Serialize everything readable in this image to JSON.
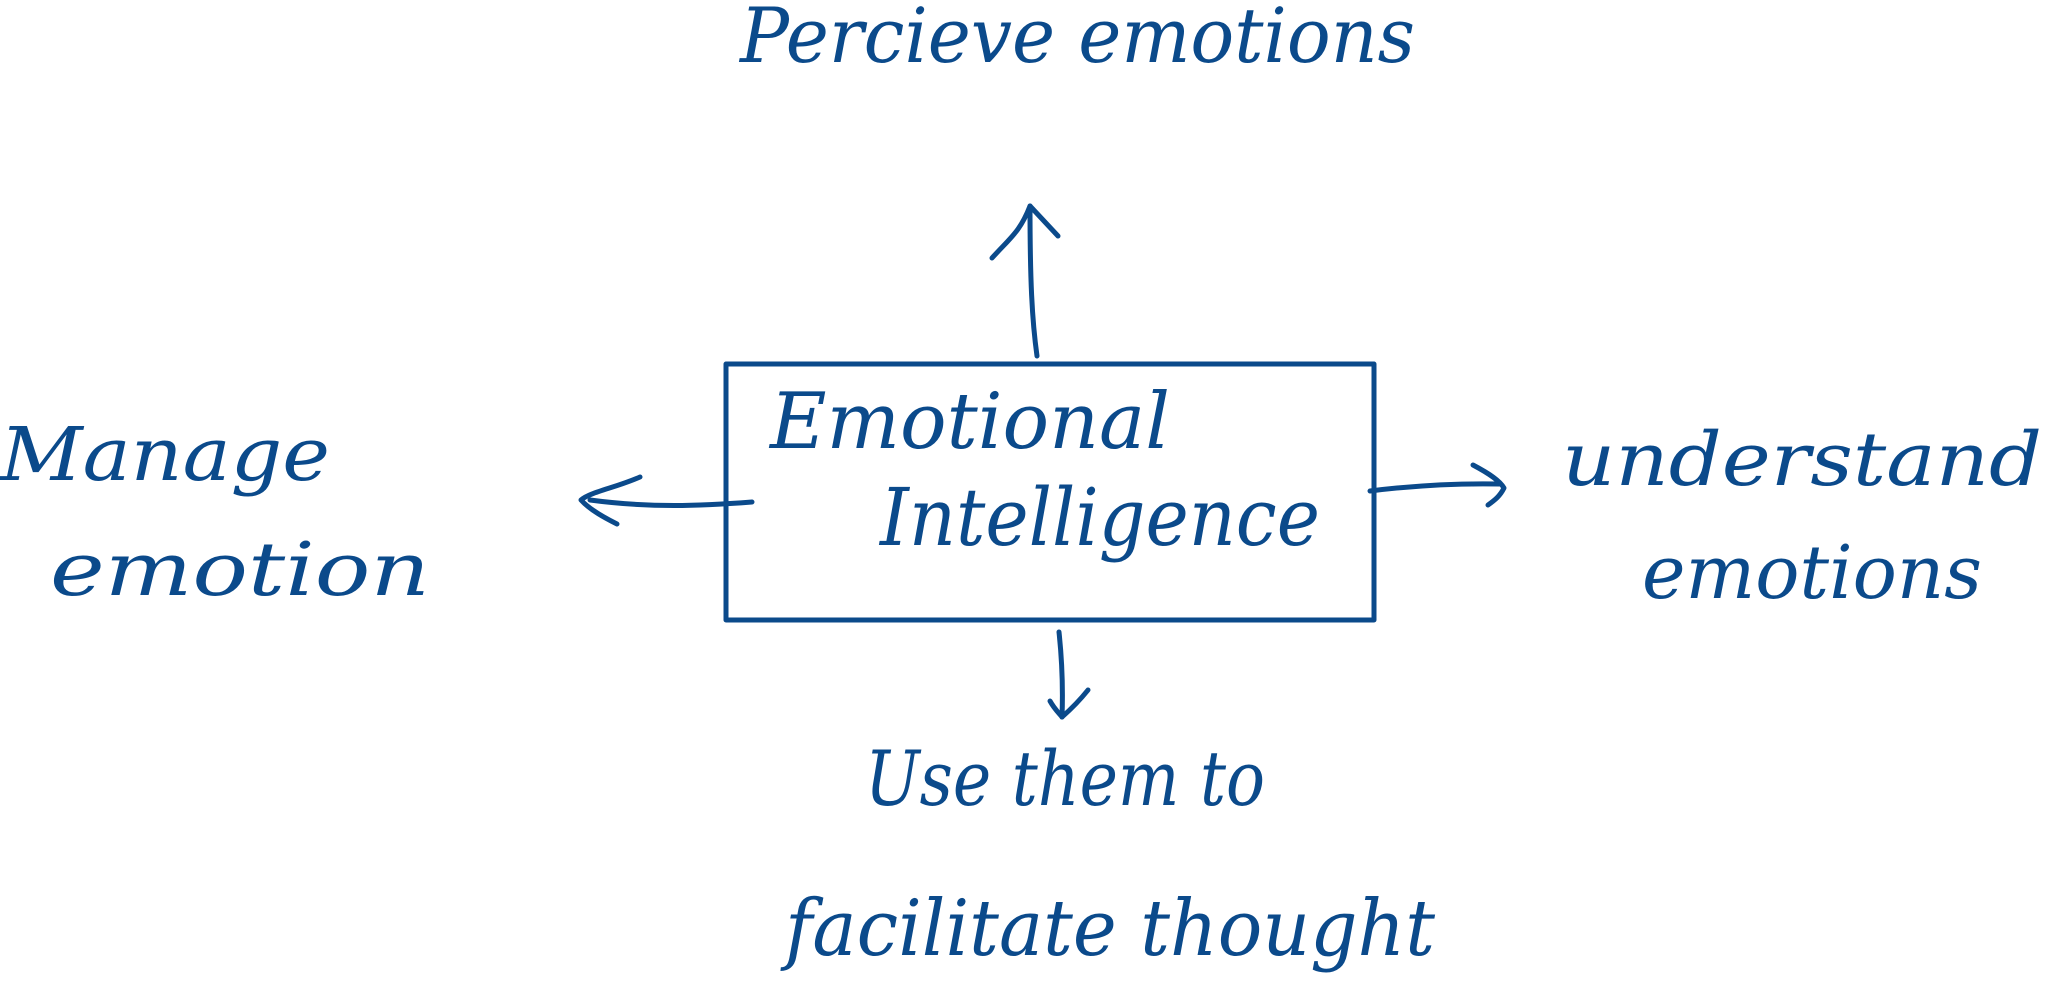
{
  "diagram": {
    "center_box": {
      "line1": "Emotional",
      "line2": "Intelligence"
    },
    "branches": {
      "top": "Percieve emotions",
      "left_line1": "Manage",
      "left_line2": "emotion",
      "right_line1": "understand",
      "right_line2": "emotions",
      "bottom_line1": "Use them to",
      "bottom_line2": "facilitate thought"
    }
  },
  "style": {
    "ink_color": "#0b4a8b",
    "background_color": "#ffffff"
  }
}
